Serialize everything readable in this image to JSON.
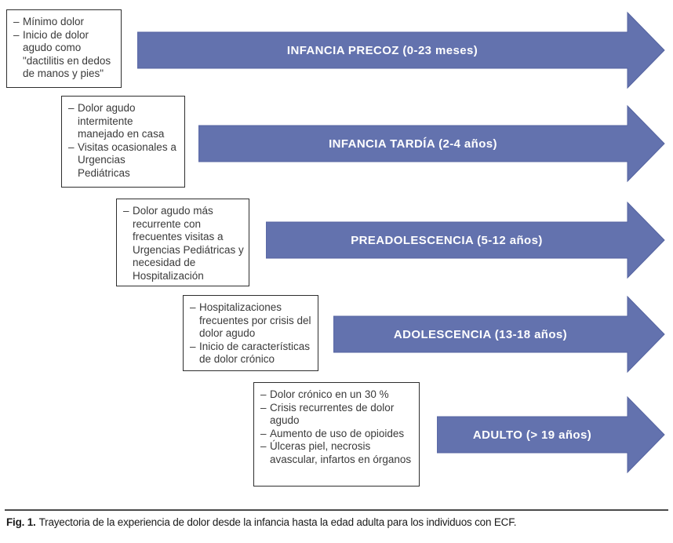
{
  "figure": {
    "caption_prefix": "Fig. 1.",
    "caption_text": "Trayectoria de la experiencia de dolor desde la infancia hasta la edad adulta para los individuos con ECF."
  },
  "colors": {
    "arrow_fill": "#6372ae",
    "arrow_border": "#5463a0",
    "arrow_text": "#ffffff",
    "box_border": "#2e2e2e",
    "box_text": "#3a3a3a",
    "caption_rule": "#4a4a4a"
  },
  "stages": [
    {
      "label": "INFANCIA PRECOZ (0-23 meses)",
      "box_items": [
        "Mínimo dolor",
        "Inicio de dolor agudo como \"dactilitis en dedos de manos y pies\""
      ]
    },
    {
      "label": "INFANCIA TARDÍA (2-4 años)",
      "box_items": [
        "Dolor agudo intermitente manejado en casa",
        "Visitas ocasionales a Urgencias Pediátricas"
      ]
    },
    {
      "label": "PREADOLESCENCIA (5-12 años)",
      "box_items": [
        "Dolor agudo más recurrente con frecuentes visitas a Urgencias Pediátricas y necesidad de Hospitalización"
      ]
    },
    {
      "label": "ADOLESCENCIA (13-18 años)",
      "box_items": [
        "Hospitalizaciones frecuentes por crisis del dolor agudo",
        "Inicio de características de dolor crónico"
      ]
    },
    {
      "label": "ADULTO (> 19 años)",
      "box_items": [
        "Dolor crónico en un 30 %",
        "Crisis recurrentes de dolor agudo",
        "Aumento de uso de opioides",
        "Úlceras piel, necrosis avascular, infartos en órganos"
      ]
    }
  ]
}
